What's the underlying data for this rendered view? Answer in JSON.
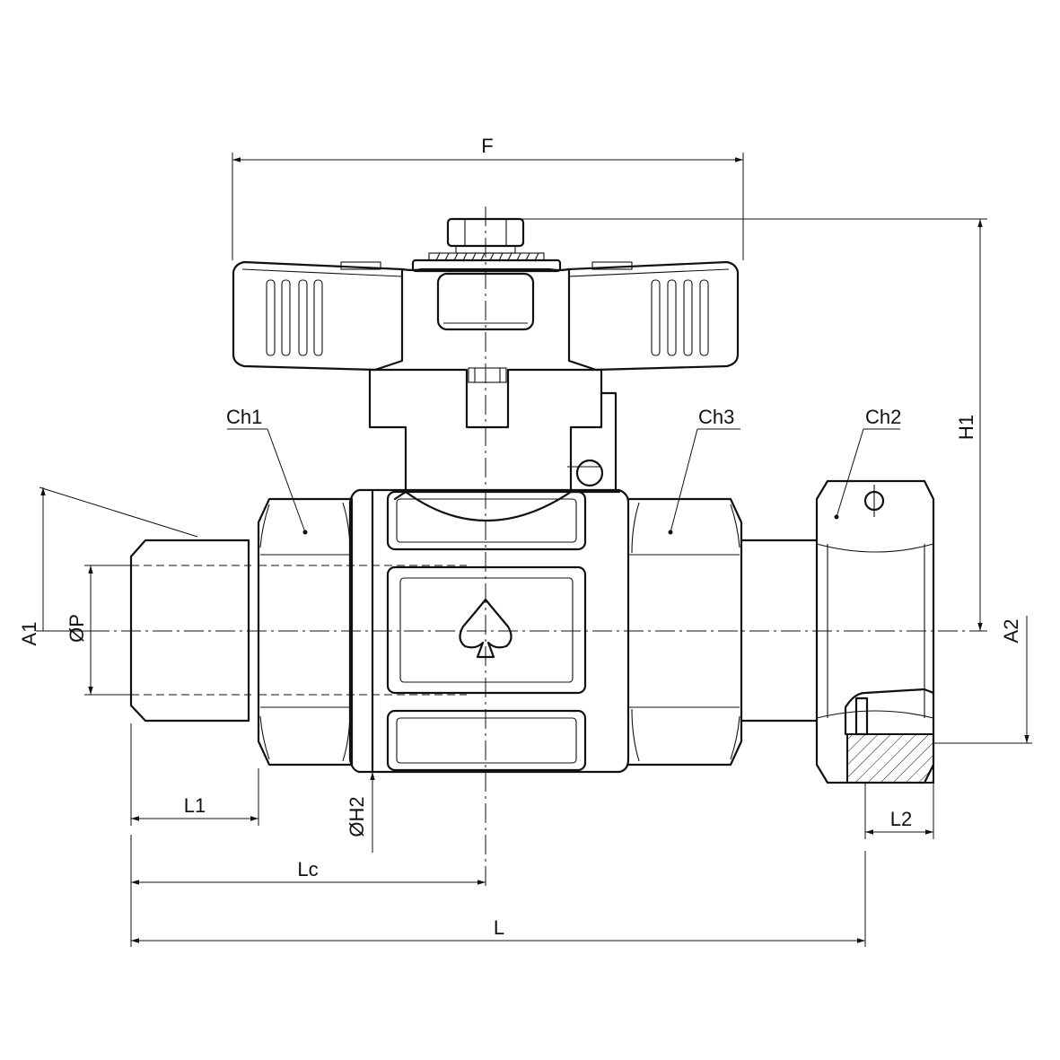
{
  "drawing": {
    "labels": {
      "F": "F",
      "H1": "H1",
      "A1": "A1",
      "A2": "A2",
      "P": "ØP",
      "H2": "ØH2",
      "L1": "L1",
      "L2": "L2",
      "Lc": "Lc",
      "L": "L",
      "Ch1": "Ch1",
      "Ch2": "Ch2",
      "Ch3": "Ch3"
    }
  }
}
